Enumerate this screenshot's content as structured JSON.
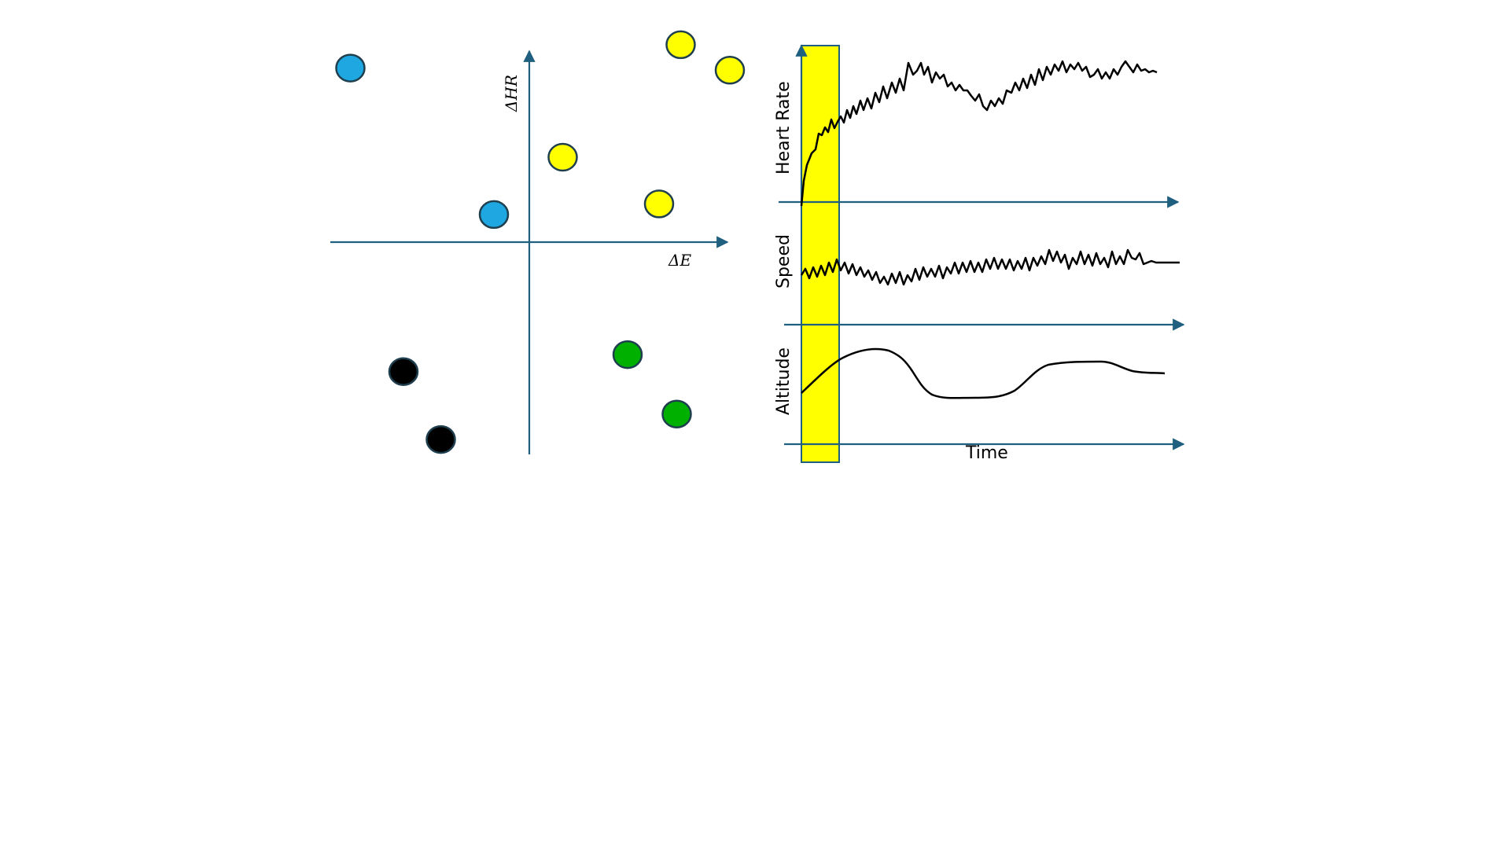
{
  "colors": {
    "axis": "#1f5f7f",
    "highlight_fill": "#ffff00",
    "highlight_stroke": "#1f5f7f",
    "trace": "#000000"
  },
  "scatter": {
    "x_label": "ΔE",
    "y_label": "ΔHR",
    "points": [
      {
        "group": "blue",
        "color": "#1ea7e1",
        "x": -0.91,
        "y": 0.82
      },
      {
        "group": "blue",
        "color": "#1ea7e1",
        "x": -0.18,
        "y": 0.13
      },
      {
        "group": "yellow",
        "color": "#ffff00",
        "x": 0.17,
        "y": 0.4
      },
      {
        "group": "yellow",
        "color": "#ffff00",
        "x": 0.66,
        "y": 0.18
      },
      {
        "group": "yellow",
        "color": "#ffff00",
        "x": 0.77,
        "y": 0.93
      },
      {
        "group": "yellow",
        "color": "#ffff00",
        "x": 1.02,
        "y": 0.81
      },
      {
        "group": "green",
        "color": "#00b000",
        "x": 0.5,
        "y": -0.53
      },
      {
        "group": "green",
        "color": "#00b000",
        "x": 0.75,
        "y": -0.81
      },
      {
        "group": "black",
        "color": "#000000",
        "x": -0.64,
        "y": -0.61
      },
      {
        "group": "black",
        "color": "#000000",
        "x": -0.45,
        "y": -0.93
      }
    ]
  },
  "timeseries": {
    "x_label": "Time",
    "panels": [
      {
        "label": "Heart Rate"
      },
      {
        "label": "Speed"
      },
      {
        "label": "Altitude"
      }
    ]
  }
}
